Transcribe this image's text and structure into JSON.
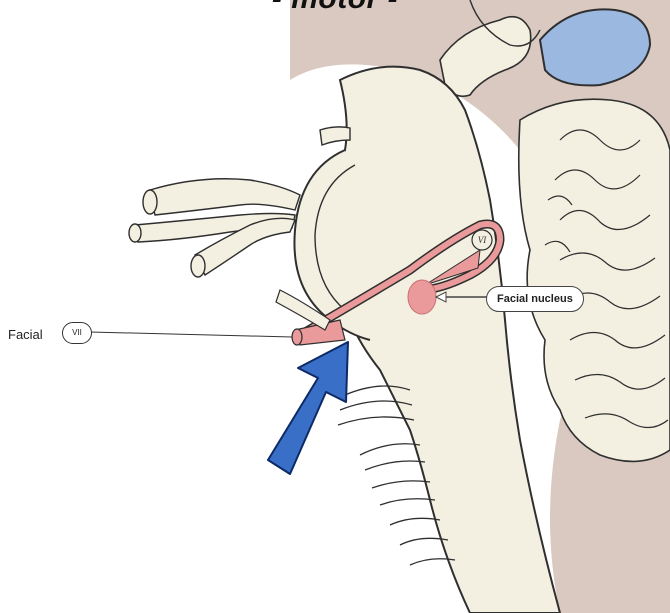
{
  "title": "- motor -",
  "labels": {
    "nerve_name": "Facial",
    "nerve_roman": "VII",
    "nucleus": "Facial nucleus",
    "abducens_roman": "VI"
  },
  "colors": {
    "background_tissue": "#d9c9c0",
    "brainstem_fill": "#f3efe1",
    "outline": "#2f2f2f",
    "nerve_pink": "#ea9a9a",
    "ventricle_blue": "#9ab8e0",
    "arrow_blue": "#3a6fc8",
    "arrow_outline": "#0d2a66"
  }
}
